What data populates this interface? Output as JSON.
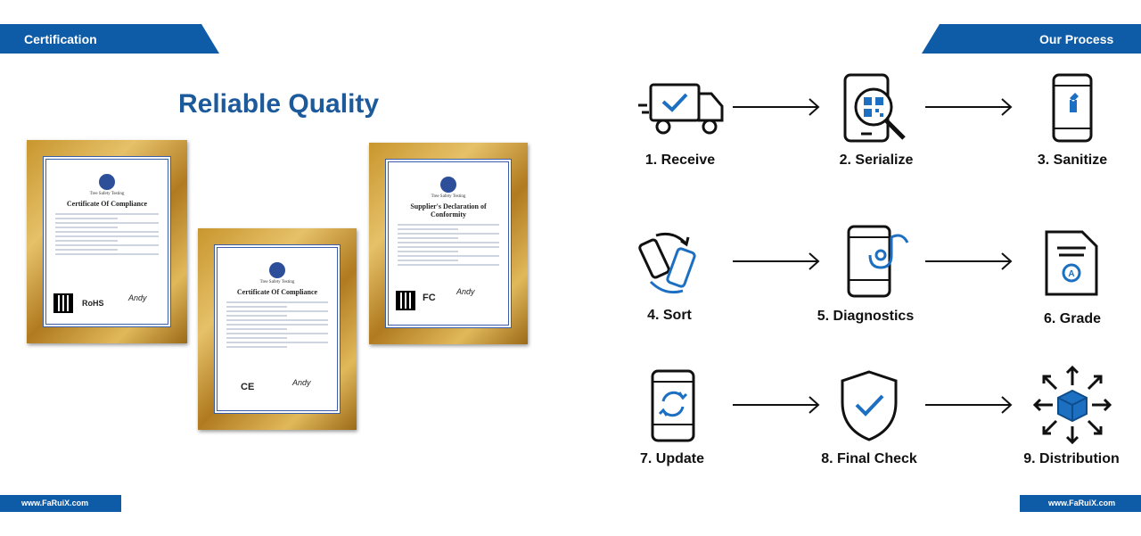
{
  "left_page": {
    "tab_label": "Certification",
    "title": "Reliable Quality",
    "footer_url": "www.FaRuiX.com",
    "certificates": [
      {
        "org": "Tree Safety Testing",
        "heading": "Certificate Of Compliance",
        "marks": [
          "RoHS",
          "Andy"
        ]
      },
      {
        "org": "Tree Safety Testing",
        "heading": "Certificate Of Compliance",
        "marks": [
          "CE",
          "Andy"
        ]
      },
      {
        "org": "Tree Safety Testing",
        "heading": "Supplier's Declaration of Conformity",
        "marks": [
          "FC",
          "Andy"
        ]
      }
    ]
  },
  "right_page": {
    "tab_label": "Our Process",
    "footer_url": "www.FaRuiX.com",
    "steps": [
      {
        "label": "1. Receive",
        "icon": "truck-icon"
      },
      {
        "label": "2. Serialize",
        "icon": "phone-qr-magnifier-icon"
      },
      {
        "label": "3. Sanitize",
        "icon": "phone-spray-icon"
      },
      {
        "label": "4. Sort",
        "icon": "sort-phones-icon"
      },
      {
        "label": "5. Diagnostics",
        "icon": "phone-stethoscope-icon"
      },
      {
        "label": "6. Grade",
        "icon": "grade-document-icon"
      },
      {
        "label": "7. Update",
        "icon": "phone-refresh-icon"
      },
      {
        "label": "8. Final Check",
        "icon": "shield-check-icon"
      },
      {
        "label": "9. Distribution",
        "icon": "box-distribution-icon"
      }
    ]
  },
  "colors": {
    "brand_blue": "#0e5ba8",
    "title_blue": "#1c5a9c",
    "icon_blue": "#1d6fc2",
    "frame_gold": "#c8962e"
  }
}
